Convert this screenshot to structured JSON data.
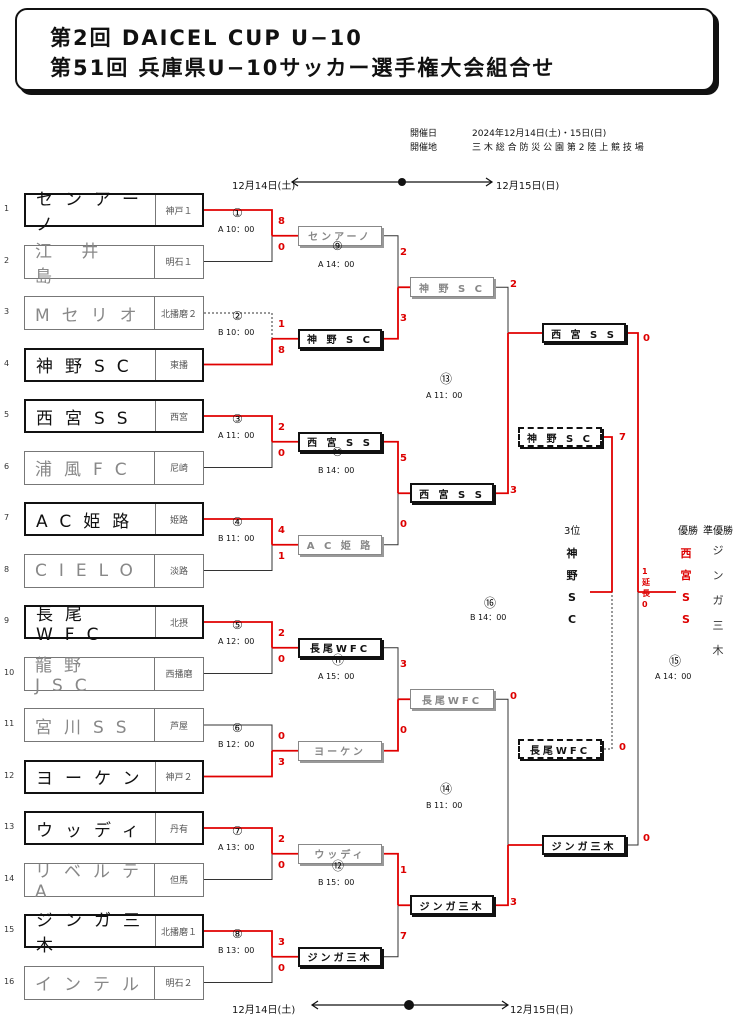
{
  "title": {
    "line1": "第2回 DAICEL CUP U−10",
    "line2": "第51回 兵庫県U−10サッカー選手権大会組合せ"
  },
  "info": {
    "date_label": "開催日",
    "date_value": "2024年12月14日(土)・15日(日)",
    "venue_label": "開催地",
    "venue_value": "三 木 総 合 防 災 公 園  第 2 陸 上 競 技 場"
  },
  "day_top": {
    "left": "12月14日(土)",
    "right": "12月15日(日)"
  },
  "day_bottom": {
    "left": "12月14日(土)",
    "right": "12月15日(日)"
  },
  "teams": [
    {
      "seed": "1",
      "name": "センアーノ",
      "pref": "神戸１"
    },
    {
      "seed": "2",
      "name": "江 井 島",
      "pref": "明石１"
    },
    {
      "seed": "3",
      "name": "Mセリオ",
      "pref": "北播磨２"
    },
    {
      "seed": "4",
      "name": "神野SC",
      "pref": "東播"
    },
    {
      "seed": "5",
      "name": "西宮SS",
      "pref": "西宮"
    },
    {
      "seed": "6",
      "name": "浦風FC",
      "pref": "尼崎"
    },
    {
      "seed": "7",
      "name": "AC姫路",
      "pref": "姫路"
    },
    {
      "seed": "8",
      "name": "CIELO",
      "pref": "淡路"
    },
    {
      "seed": "9",
      "name": "長尾WFC",
      "pref": "北摂"
    },
    {
      "seed": "10",
      "name": "龍野JSC",
      "pref": "西播磨"
    },
    {
      "seed": "11",
      "name": "宮川SS",
      "pref": "芦屋"
    },
    {
      "seed": "12",
      "name": "ヨーケン",
      "pref": "神戸２"
    },
    {
      "seed": "13",
      "name": "ウッディ",
      "pref": "丹有"
    },
    {
      "seed": "14",
      "name": "リベルテA",
      "pref": "但馬"
    },
    {
      "seed": "15",
      "name": "ジンガ三木",
      "pref": "北播磨１"
    },
    {
      "seed": "16",
      "name": "インテル",
      "pref": "明石２"
    }
  ],
  "matches": [
    {
      "no": "①",
      "time": "A  10：00"
    },
    {
      "no": "②",
      "time": "B  10：00"
    },
    {
      "no": "③",
      "time": "A  11：00"
    },
    {
      "no": "④",
      "time": "B  11：00"
    },
    {
      "no": "⑤",
      "time": "A  12：00"
    },
    {
      "no": "⑥",
      "time": "B  12：00"
    },
    {
      "no": "⑦",
      "time": "A 13：00"
    },
    {
      "no": "⑧",
      "time": "B  13：00"
    },
    {
      "no": "⑨",
      "time": "A  14：00"
    },
    {
      "no": "⑩",
      "time": "B  14：00"
    },
    {
      "no": "⑪",
      "time": "A  15：00"
    },
    {
      "no": "⑫",
      "time": "B  15：00"
    },
    {
      "no": "⑬",
      "time": "A   11：00"
    },
    {
      "no": "⑭",
      "time": "B   11：00"
    },
    {
      "no": "⑮",
      "time": "A 14：00"
    },
    {
      "no": "⑯",
      "time": "B   14：00"
    }
  ],
  "round2": [
    "センアーノ",
    "神 野 S C",
    "西 宮 S S",
    "A C 姫 路",
    "長尾WFC",
    "ヨーケン",
    "ウッディ",
    "ジンガ三木"
  ],
  "round3": [
    "神 野 S C",
    "西 宮 S S",
    "長尾WFC",
    "ジンガ三木"
  ],
  "semis": [
    "西 宮 S S",
    "ジンガ三木"
  ],
  "third_place_boxes": [
    "神 野 S C",
    "長尾WFC"
  ],
  "scores": {
    "r1": [
      "8",
      "0",
      "1",
      "8",
      "2",
      "0",
      "4",
      "1",
      "2",
      "0",
      "0",
      "3",
      "2",
      "0",
      "3",
      "0"
    ],
    "r2": [
      "2",
      "3",
      "5",
      "0",
      "3",
      "0",
      "1",
      "7"
    ],
    "r3": [
      "2",
      "3",
      "0",
      "3"
    ],
    "third": [
      "7",
      "0"
    ],
    "final": [
      "0",
      "0"
    ],
    "final_pk": "1 延長 0"
  },
  "results": {
    "third_label": "3位",
    "third_team": "神野SC",
    "champion_label": "優勝",
    "champion_team": "西宮SS",
    "runnerup_label": "準優勝",
    "runnerup_team": "ジンガ三木"
  },
  "colors": {
    "win_line": "#e00000",
    "lose_line": "#333333",
    "score": "#dd0000"
  }
}
